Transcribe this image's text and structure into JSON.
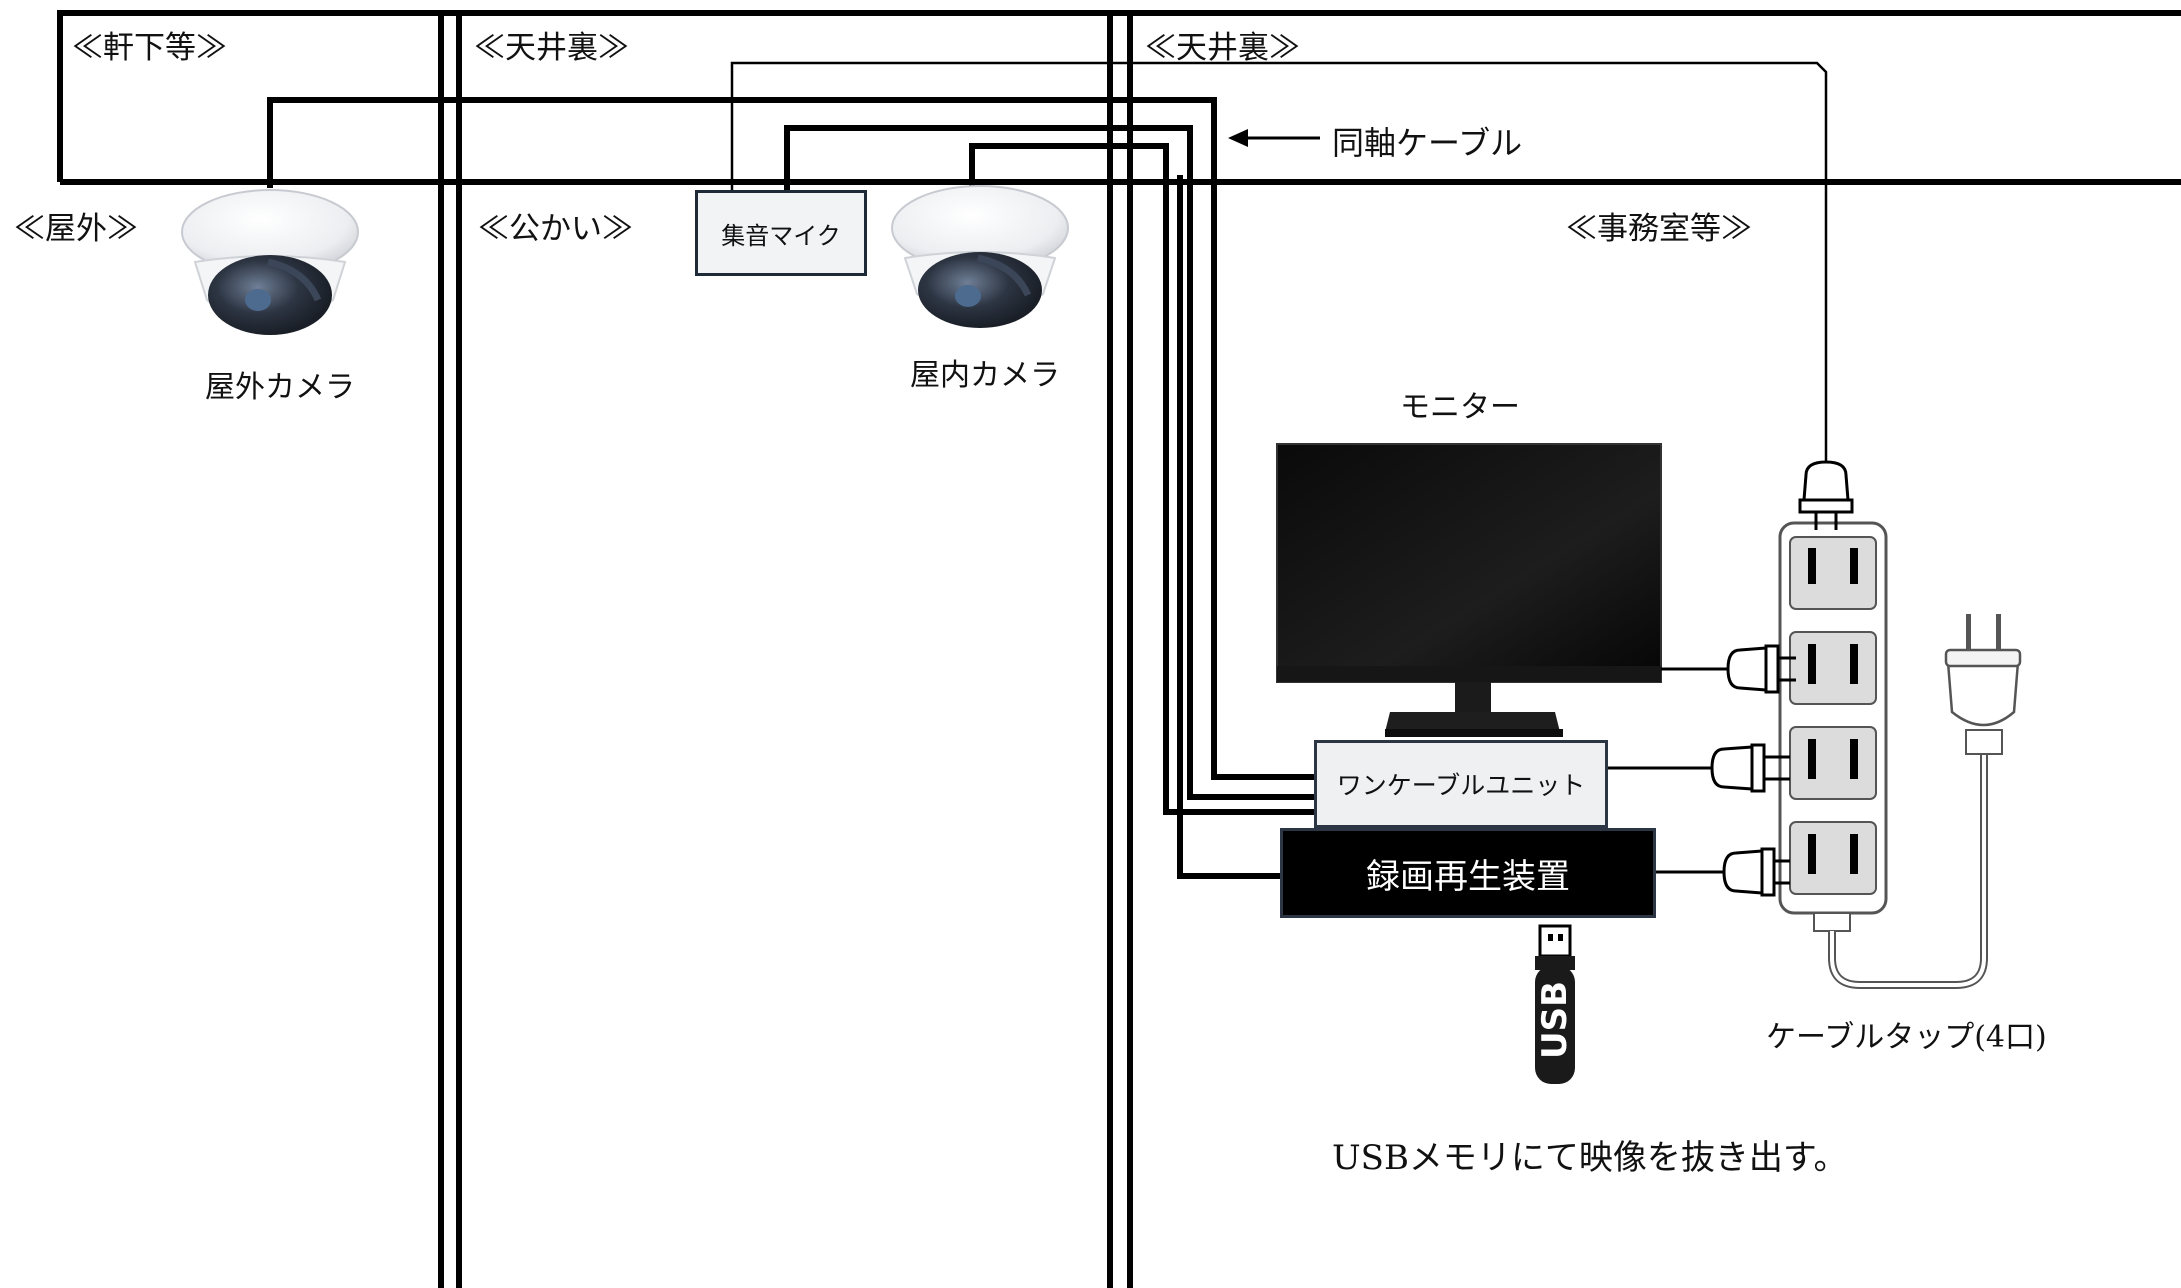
{
  "zones": {
    "nokishita": "≪軒下等≫",
    "tenjoura_left": "≪天井裏≫",
    "tenjoura_right": "≪天井裏≫",
    "okugai": "≪屋外≫",
    "kokai": "≪公かい≫",
    "jimushitsu": "≪事務室等≫"
  },
  "devices": {
    "outdoor_camera": "屋外カメラ",
    "indoor_camera": "屋内カメラ",
    "mic": "集音マイク",
    "monitor": "モニター",
    "one_cable_unit": "ワンケーブルユニット",
    "recorder": "録画再生装置",
    "power_strip": "ケーブルタップ(4口)",
    "usb_text": "USB"
  },
  "annotations": {
    "coax": "同軸ケーブル",
    "usb_caption": "USBメモリにて映像を抜き出す。"
  },
  "colors": {
    "line": "#000000",
    "camera_body": "#f3f4f6",
    "lens": "#2f3a4a",
    "recorder_bg": "#000000",
    "mic_bg": "#f1f3f5",
    "unit_bg": "#eef0f2",
    "outlet_gray": "#dcdcdc"
  }
}
